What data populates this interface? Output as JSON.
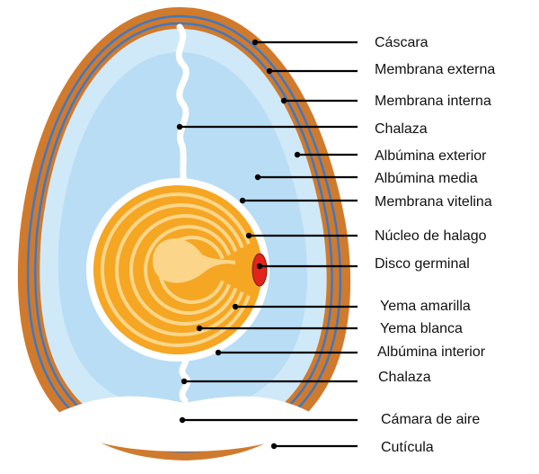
{
  "colors": {
    "shell": "#d07a2e",
    "membrane": "#3f78c0",
    "outer_albumen": "#cfe9f8",
    "inner_albumen": "#b9ddf4",
    "yolk": "#f5a623",
    "yolk_light": "#fbd68a",
    "germinal_disc": "#e1251b",
    "air_cell": "#ffffff",
    "chalaza": "#ffffff"
  },
  "labels": [
    {
      "key": "cascara",
      "text": "Cáscara"
    },
    {
      "key": "membrana_externa",
      "text": "Membrana externa"
    },
    {
      "key": "membrana_interna",
      "text": "Membrana interna"
    },
    {
      "key": "chalaza_top",
      "text": "Chalaza"
    },
    {
      "key": "albumina_exterior",
      "text": "Albúmina exterior"
    },
    {
      "key": "albumina_media",
      "text": "Albúmina media"
    },
    {
      "key": "membrana_vitelina",
      "text": "Membrana vitelina"
    },
    {
      "key": "nucleo_halago",
      "text": "Núcleo de halago"
    },
    {
      "key": "disco_germinal",
      "text": "Disco germinal"
    },
    {
      "key": "yema_amarilla",
      "text": "Yema amarilla"
    },
    {
      "key": "yema_blanca",
      "text": "Yema blanca"
    },
    {
      "key": "albumina_interior",
      "text": "Albúmina interior"
    },
    {
      "key": "chalaza_bottom",
      "text": "Chalaza"
    },
    {
      "key": "camara_aire",
      "text": "Cámara de aire"
    },
    {
      "key": "cuticula",
      "text": "Cutícula"
    }
  ]
}
